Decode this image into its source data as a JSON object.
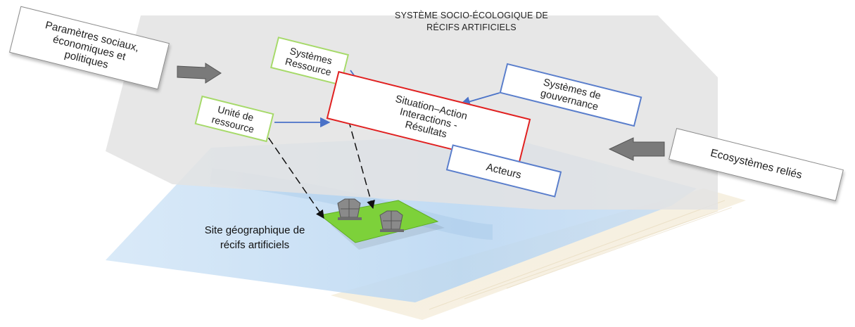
{
  "title": {
    "line1": "SYSTÈME SOCIO-ÉCOLOGIQUE DE",
    "line2": "RÉCIFS ARTIFICIELS"
  },
  "left_box": {
    "line1": "Paramètres sociaux,",
    "line2": "économiques et",
    "line3": "politiques"
  },
  "right_box": {
    "label": "Ecosystèmes reliés"
  },
  "nodes": {
    "resource_systems": {
      "line1": "Systèmes",
      "line2": "Ressource"
    },
    "resource_unit": {
      "line1": "Unité de",
      "line2": "ressource"
    },
    "action_situation": {
      "line1": "Situation–Action",
      "line2": "Interactions -",
      "line3": "Résultats"
    },
    "governance": {
      "line1": "Systèmes de",
      "line2": "gouvernance"
    },
    "actors": {
      "label": "Acteurs"
    }
  },
  "site_label": {
    "line1": "Site géographique de",
    "line2": "récifs artificiels"
  },
  "colors": {
    "green_node": "#a6d96a",
    "blue_node": "#5a7ecb",
    "red_node": "#e02020",
    "plane": "#e6e6e6",
    "sea": "#bcd8f2",
    "site_patch": "#7dd13a",
    "arrow_blue": "#4a72c8"
  }
}
